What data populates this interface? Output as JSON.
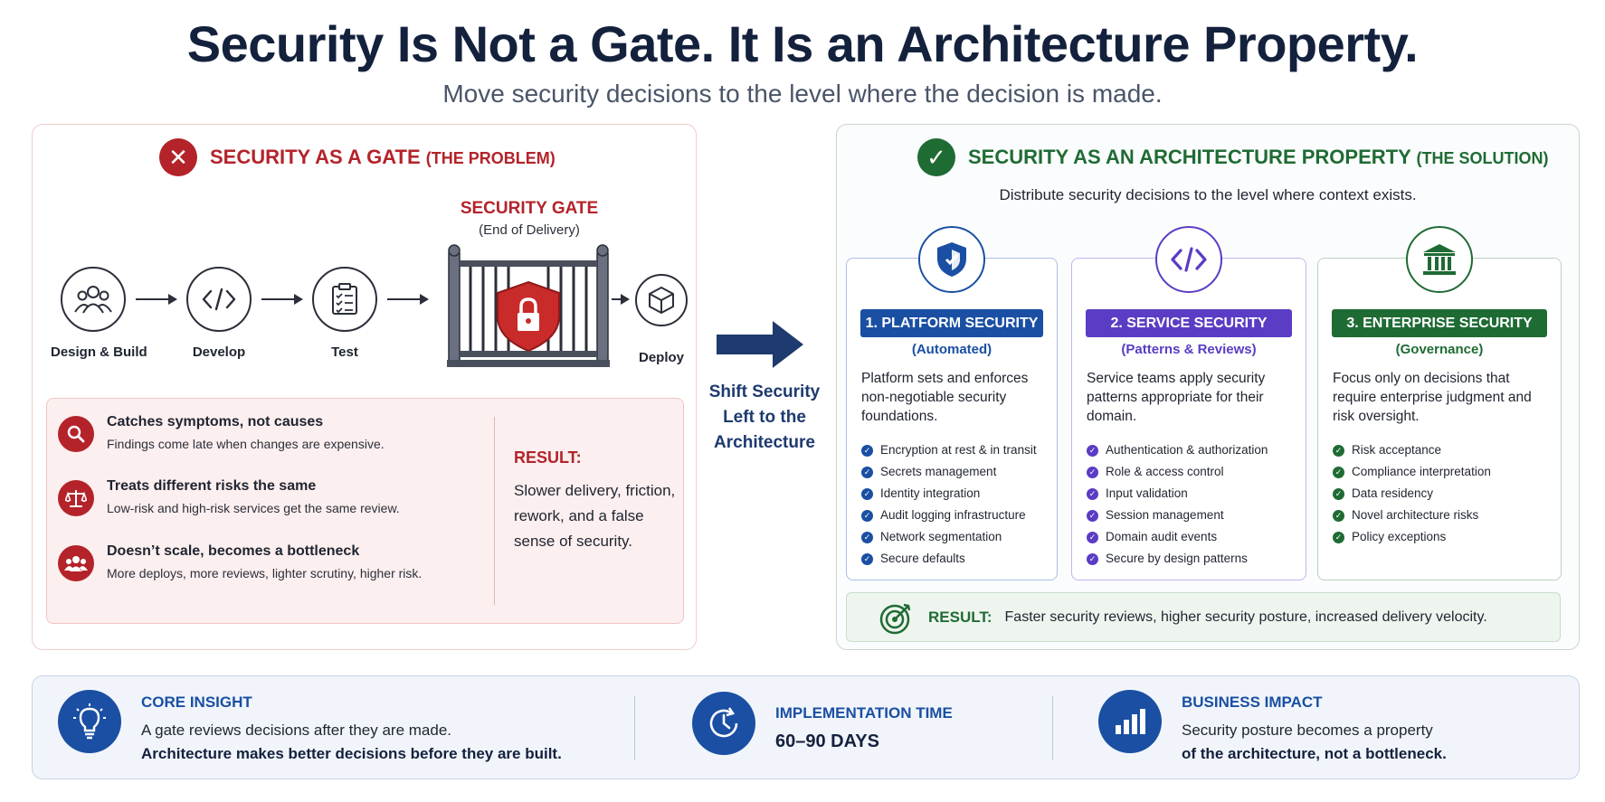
{
  "title": "Security Is Not a Gate. It Is an Architecture Property.",
  "subtitle": "Move security decisions to the level where the decision is made.",
  "problem": {
    "heading": "Security as a Gate",
    "heading_tag": "(The Problem)",
    "gate_title": "SECURITY GATE",
    "gate_sub": "(End of Delivery)",
    "steps": [
      "Design & Build",
      "Develop",
      "Test",
      "Deploy"
    ],
    "issues": [
      {
        "title": "Catches symptoms, not causes",
        "desc": "Findings come late when changes are expensive."
      },
      {
        "title": "Treats different risks the same",
        "desc": "Low-risk and high-risk services get the same review."
      },
      {
        "title": "Doesn’t scale, becomes a bottleneck",
        "desc": "More deploys, more reviews, lighter scrutiny, higher risk."
      }
    ],
    "result_label": "RESULT:",
    "result_text": "Slower delivery, friction, rework, and a false sense of security."
  },
  "shift_label": "Shift Security Left to the Architecture",
  "solution": {
    "heading": "Security as an Architecture Property",
    "heading_tag": "(The Solution)",
    "intro": "Distribute security decisions to the level where context exists.",
    "cards": [
      {
        "title": "1. PLATFORM SECURITY",
        "sub": "(Automated)",
        "desc": "Platform sets and enforces non-negotiable security foundations.",
        "items": [
          "Encryption at rest & in transit",
          "Secrets management",
          "Identity integration",
          "Audit logging infrastructure",
          "Network segmentation",
          "Secure defaults"
        ],
        "color": "#1a4fa3",
        "icon": "shield-icon"
      },
      {
        "title": "2. SERVICE SECURITY",
        "sub": "(Patterns & Reviews)",
        "desc": "Service teams apply security patterns appropriate for their domain.",
        "items": [
          "Authentication & authorization",
          "Role & access control",
          "Input validation",
          "Session management",
          "Domain audit events",
          "Secure by design patterns"
        ],
        "color": "#5b3cc4",
        "icon": "code-icon"
      },
      {
        "title": "3. ENTERPRISE SECURITY",
        "sub": "(Governance)",
        "desc": "Focus only on decisions that require enterprise judgment and risk oversight.",
        "items": [
          "Risk acceptance",
          "Compliance interpretation",
          "Data residency",
          "Novel architecture risks",
          "Policy exceptions"
        ],
        "color": "#1f6b34",
        "icon": "bank-icon"
      }
    ],
    "result_label": "RESULT:",
    "result_text": "Faster security reviews, higher security posture, increased delivery velocity."
  },
  "bottom": {
    "insight": {
      "heading": "Core Insight",
      "line1": "A gate reviews decisions after they are made.",
      "line2": "Architecture makes better decisions before they are built."
    },
    "time": {
      "heading": "Implementation Time",
      "value": "60–90 DAYS"
    },
    "impact": {
      "heading": "Business Impact",
      "line1": "Security posture becomes a property",
      "line2": "of the architecture, not a bottleneck."
    }
  },
  "colors": {
    "problem": "#b4232a",
    "solution": "#1f6b34",
    "navy": "#1e3a6e",
    "blue": "#1a4fa3"
  }
}
